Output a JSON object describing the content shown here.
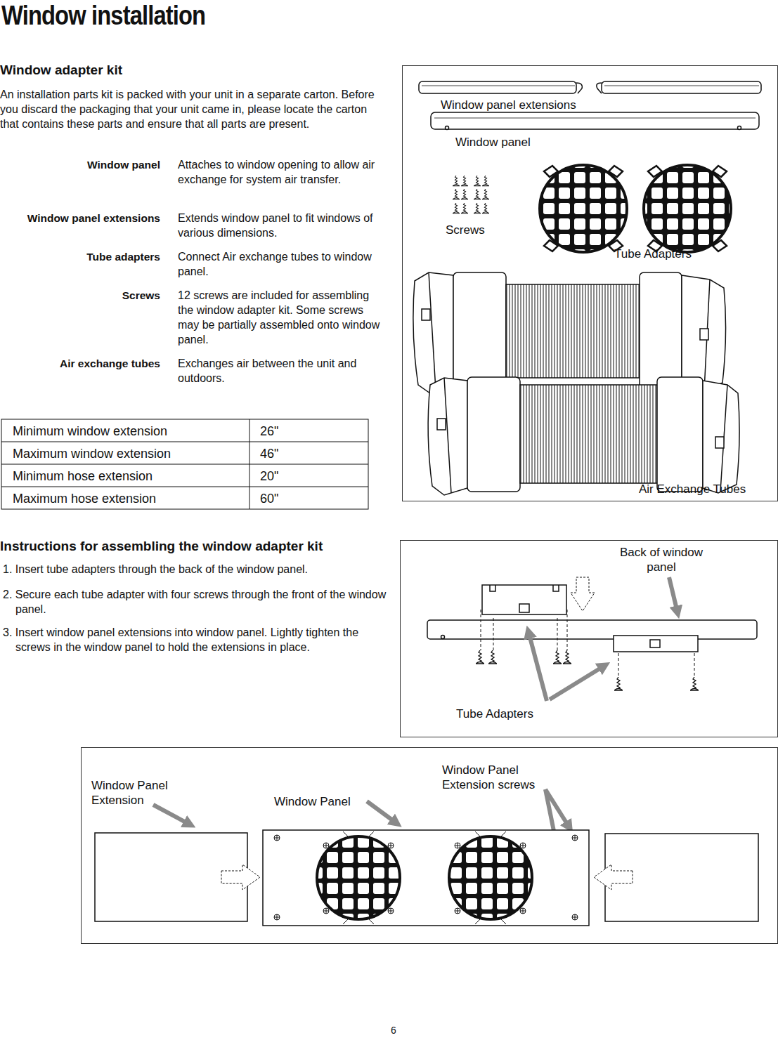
{
  "diagram": {
    "title": "Window installation",
    "nodes": [
      {
        "text": [
          "Window panel extensions",
          "Window panel",
          "Screws",
          "Tube Adapters",
          "Air Exchange Tubes"
        ]
      },
      {
        "text": [
          "Back of window panel",
          "Tube Adapters"
        ]
      },
      {
        "text": [
          "Window Panel Extension",
          "Window Panel",
          "Window Panel Extension screws"
        ]
      }
    ],
    "labels": [
      "Window adapter kit",
      "An installation parts kit is packed with your unit in a separate carton. Before you discard the packaging that your unit came in, please locate the carton that contains these parts and ensure that all parts are present.",
      "Window panel",
      "Attaches to window opening to allow air exchange for system air transfer.",
      "Window panel extensions",
      "Extends window panel to fit windows of various dimensions.",
      "Tube adapters",
      "Connect Air exchange tubes to window panel.",
      "Screws",
      "12 screws are included for assembling the window adapter kit. Some screws may be partially assembled onto window panel.",
      "Air exchange tubes",
      "Exchanges air between the unit and outdoors.",
      "Minimum window extension",
      "26\"",
      "Maximum window extension",
      "46\"",
      "Minimum hose extension",
      "20\"",
      "Maximum hose extension",
      "60\"",
      "Instructions for assembling the window adapter kit",
      "1. Insert tube adapters through the back of the window panel.",
      "2. Secure each tube adapter with four screws through the front of the window panel.",
      "3. Insert window panel extensions into window panel. Lightly tighten the screws in the window panel to hold the extensions in place.",
      "6"
    ]
  }
}
